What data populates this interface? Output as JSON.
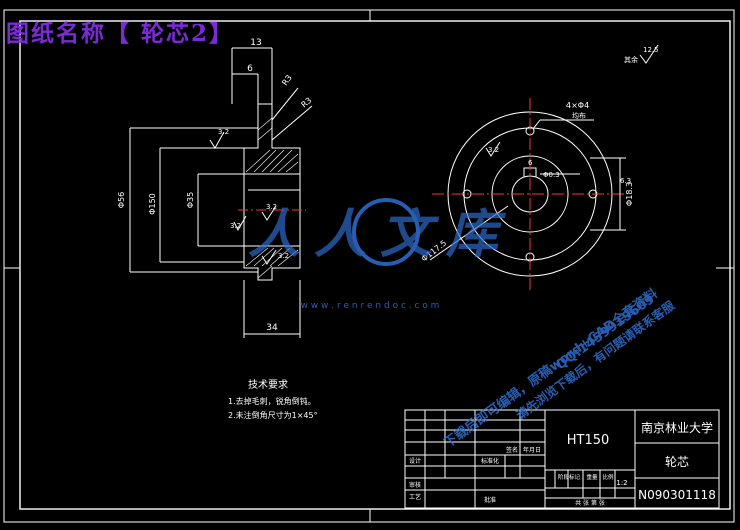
{
  "banner": {
    "title": "图纸名称【 轮芯2】"
  },
  "dimensions": {
    "d13": "13",
    "d6": "6",
    "r3a": "R3",
    "r3b": "R3",
    "dia56": "Φ56",
    "dia150": "Φ150",
    "dia35": "Φ35",
    "ra32a": "3.2",
    "ra32b": "3.2",
    "ra32c": "3.2",
    "ra32d": "3.2",
    "width34": "34",
    "holes": "4×Φ4",
    "holes_sub": "均布",
    "rest": "其余",
    "rest_ra": "12.5",
    "pcd": "Φ117.5",
    "d183": "Φ18.3",
    "keyway": "6",
    "keyway2": "6.3",
    "ra32e": "3.2",
    "center_ra": "Φ0.3"
  },
  "notes": {
    "heading": "技术要求",
    "line1": "1.去掉毛刺，锐角倒钝。",
    "line2": "2.未注倒角尺寸为1×45°"
  },
  "title_block": {
    "material": "HT150",
    "school": "南京林业大学",
    "part_name": "轮芯",
    "drawing_no": "N090301118",
    "ratio": "1:2",
    "labels": {
      "design": "设计",
      "standard": "标准化",
      "sign": "签名",
      "date": "年月日",
      "process": "工艺",
      "check": "审核",
      "approve": "批准",
      "stage": "阶段标记",
      "weight": "重量",
      "scale": "比例",
      "sheets": "共 张 第 张"
    }
  },
  "watermark": {
    "logo": "人人文库",
    "url": "w w w . r e n r e n d o c . c o m",
    "promo1": "下载后即可编辑，原稿word+CAD全套资料",
    "promo2": "QQ:1459919609",
    "promo3": "请先浏览下载后，有问题请联系客服"
  },
  "colors": {
    "line": "#ffffff",
    "center": "#ff3333",
    "banner": "#7a2bd6",
    "watermark": "#2f6fd0"
  }
}
